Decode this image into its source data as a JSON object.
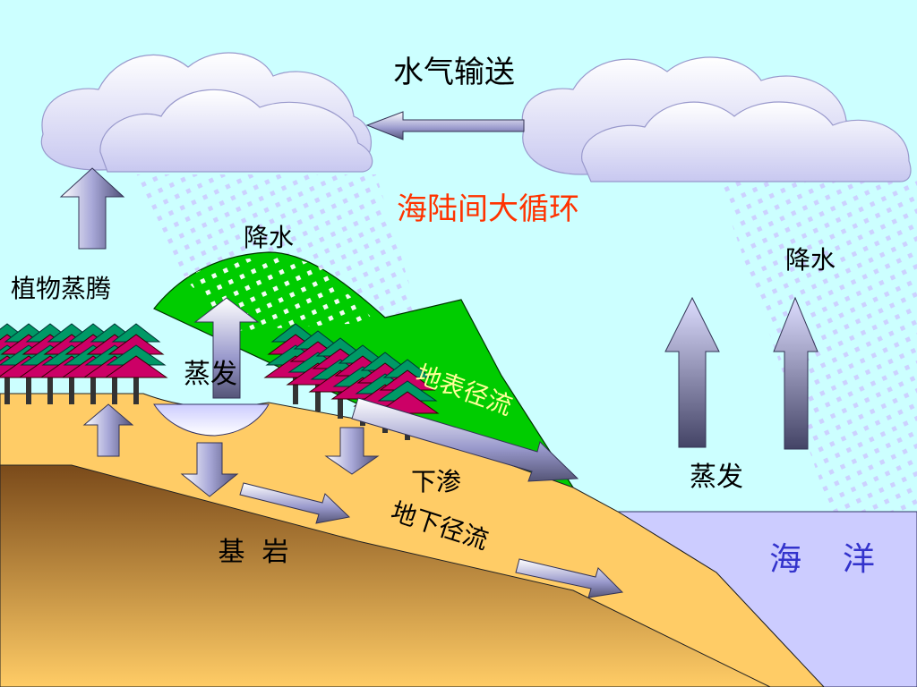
{
  "title": "水气输送",
  "cycle_label": "海陆间大循环",
  "labels": {
    "precip_land": "降水",
    "precip_ocean": "降水",
    "transpiration": "植物蒸腾",
    "evap_land": "蒸发",
    "evap_ocean": "蒸发",
    "surface_runoff": "地表径流",
    "infiltration": "下渗",
    "groundwater_runoff": "地下径流",
    "bedrock": "基  岩",
    "ocean": "海    洋"
  },
  "colors": {
    "sky": "#ccffff",
    "mountain": "#00cc00",
    "soil": "#ffcc66",
    "bedrock": "#996633",
    "ocean": "#ccccff",
    "cycle_text": "#ff3300",
    "ocean_text": "#3333cc",
    "runoff_text": "#ffff99",
    "cloud": "#ccccff",
    "rain": "#ccccff"
  },
  "icons": [
    "cloud-icon",
    "tree-icon",
    "arrow-icon"
  ]
}
